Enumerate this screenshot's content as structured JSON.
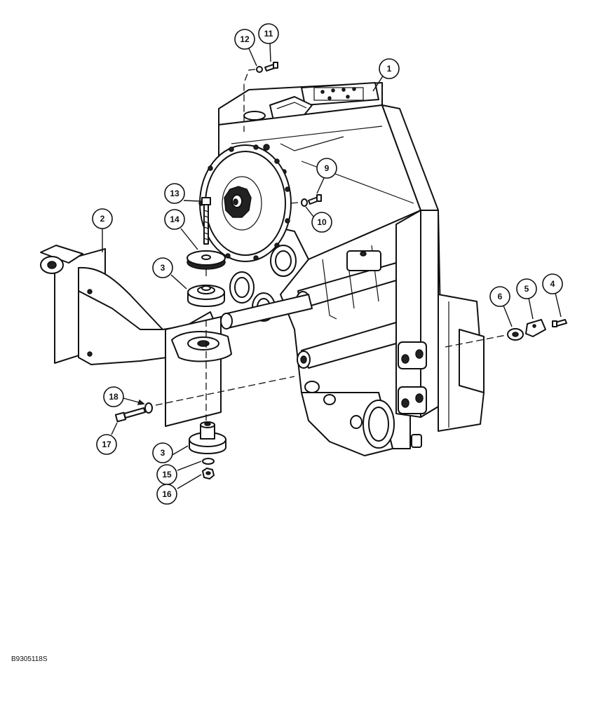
{
  "diagram": {
    "figure_code": "B9305118S",
    "callouts": [
      {
        "num": "1"
      },
      {
        "num": "2"
      },
      {
        "num": "3"
      },
      {
        "num": "3"
      },
      {
        "num": "4"
      },
      {
        "num": "5"
      },
      {
        "num": "6"
      },
      {
        "num": "9"
      },
      {
        "num": "10"
      },
      {
        "num": "11"
      },
      {
        "num": "12"
      },
      {
        "num": "13"
      },
      {
        "num": "14"
      },
      {
        "num": "15"
      },
      {
        "num": "16"
      },
      {
        "num": "17"
      },
      {
        "num": "18"
      }
    ]
  }
}
